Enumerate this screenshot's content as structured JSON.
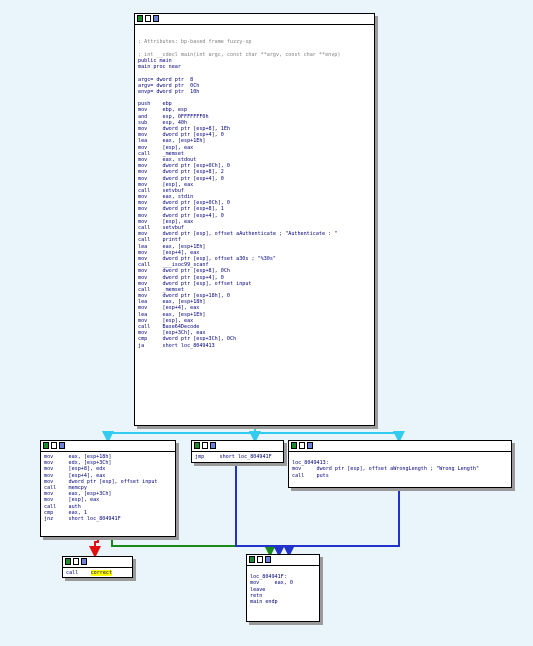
{
  "main_block": {
    "lines": [
      "",
      "",
      "; Attributes: bp-based frame fuzzy-sp",
      "",
      "; int __cdecl main(int argc, const char **argv, const char **envp)",
      "public main",
      "main proc near",
      "",
      "argc= dword ptr  8",
      "argv= dword ptr  0Ch",
      "envp= dword ptr  10h",
      "",
      "push    ebp",
      "mov     ebp, esp",
      "and     esp, 0FFFFFFF0h",
      "sub     esp, 40h",
      "mov     dword ptr [esp+8], 1Eh",
      "mov     dword ptr [esp+4], 0",
      "lea     eax, [esp+1Eh]",
      "mov     [esp], eax",
      "call    _memset",
      "mov     eax, stdout",
      "mov     dword ptr [esp+0Ch], 0",
      "mov     dword ptr [esp+8], 2",
      "mov     dword ptr [esp+4], 0",
      "mov     [esp], eax",
      "call    setvbuf",
      "mov     eax, stdin",
      "mov     dword ptr [esp+0Ch], 0",
      "mov     dword ptr [esp+8], 1",
      "mov     dword ptr [esp+4], 0",
      "mov     [esp], eax",
      "call    setvbuf",
      "mov     dword ptr [esp], offset aAuthenticate ; \"Authenticate : \"",
      "call    printf",
      "lea     eax, [esp+1Eh]",
      "mov     [esp+4], eax",
      "mov     dword ptr [esp], offset a30s ; \"%30s\"",
      "call    ___isoc99_scanf",
      "mov     dword ptr [esp+8], 0Ch",
      "mov     dword ptr [esp+4], 0",
      "mov     dword ptr [esp], offset input",
      "call    _memset",
      "mov     dword ptr [esp+18h], 0",
      "lea     eax, [esp+18h]",
      "mov     [esp+4], eax",
      "lea     eax, [esp+1Eh]",
      "mov     [esp], eax",
      "call    Base64Decode",
      "mov     [esp+3Ch], eax",
      "cmp     dword ptr [esp+3Ch], 0Ch",
      "ja      short loc_8049413"
    ]
  },
  "left_block": {
    "lines": [
      "mov     eax, [esp+18h]",
      "mov     edx, [esp+3Ch]",
      "mov     [esp+8], edx",
      "mov     [esp+4], eax",
      "mov     dword ptr [esp], offset input",
      "call    memcpy",
      "mov     eax, [esp+3Ch]",
      "mov     [esp], eax",
      "call    auth",
      "cmp     eax, 1",
      "jnz     short loc_804941F"
    ]
  },
  "mid_block": {
    "lines": [
      "jmp     short loc_804941F"
    ]
  },
  "right_block": {
    "lines": [
      "",
      "loc_8049413:",
      "mov     dword ptr [esp], offset aWrongLength ; \"Wrong Length\"",
      "call    puts"
    ]
  },
  "correct_block": {
    "call": "call",
    "target": "correct"
  },
  "end_block": {
    "lines": [
      "",
      "loc_804941F:",
      "mov     eax, 0",
      "leave",
      "retn",
      "main endp"
    ]
  },
  "colors": {
    "background": "#e9f4fb",
    "edge_unconditional": "#33ccee",
    "edge_true": "#1a8a1a",
    "edge_false": "#e01010",
    "edge_jump": "#2233cc",
    "highlight": "#ffff00"
  },
  "icons": [
    "graph-view-icon",
    "text-view-icon",
    "proximity-view-icon"
  ]
}
